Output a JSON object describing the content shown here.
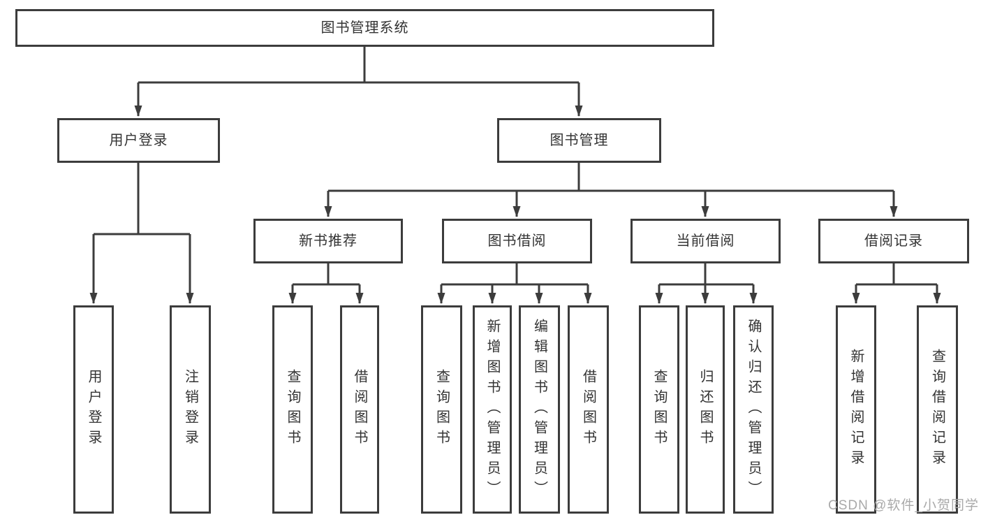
{
  "tree": {
    "label": "图书管理系统",
    "children": [
      {
        "label": "用户登录",
        "children": [
          {
            "label": "用户登录"
          },
          {
            "label": "注销登录"
          }
        ]
      },
      {
        "label": "图书管理",
        "children": [
          {
            "label": "新书推荐",
            "children": [
              {
                "label": "查询图书"
              },
              {
                "label": "借阅图书"
              }
            ]
          },
          {
            "label": "图书借阅",
            "children": [
              {
                "label": "查询图书"
              },
              {
                "label": "新增图书（管理员）"
              },
              {
                "label": "编辑图书（管理员）"
              },
              {
                "label": "借阅图书"
              }
            ]
          },
          {
            "label": "当前借阅",
            "children": [
              {
                "label": "查询图书"
              },
              {
                "label": "归还图书"
              },
              {
                "label": "确认归还（管理员）"
              }
            ]
          },
          {
            "label": "借阅记录",
            "children": [
              {
                "label": "新增借阅记录"
              },
              {
                "label": "查询借阅记录"
              }
            ]
          }
        ]
      }
    ]
  },
  "watermark": {
    "text": "CSDN @软件_小贺同学"
  },
  "colors": {
    "line": "#3c3c3c",
    "box_border": "#3c3c3c",
    "text": "#333333",
    "watermark": "#a9a9a9",
    "background": "#ffffff"
  }
}
